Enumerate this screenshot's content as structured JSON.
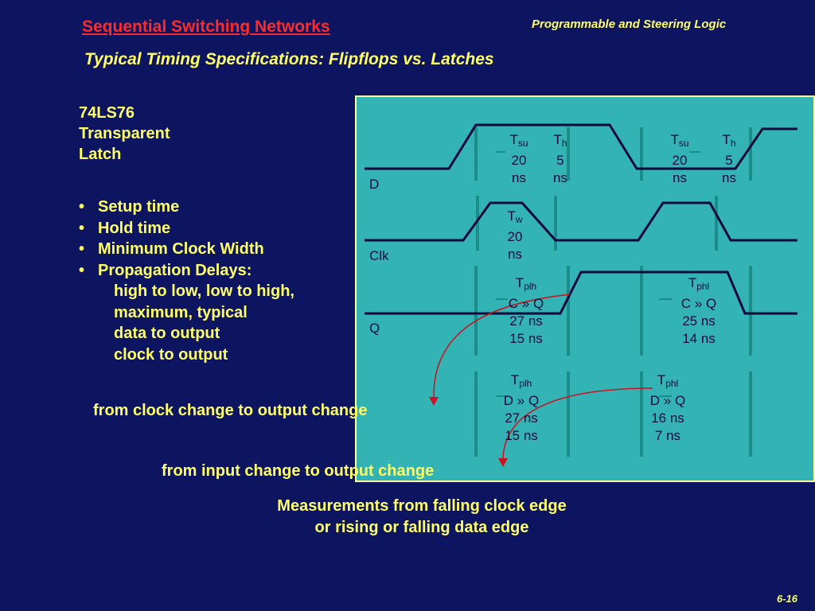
{
  "header": {
    "title": "Sequential Switching Networks",
    "right": "Programmable and Steering Logic",
    "subtitle": "Typical Timing Specifications: Flipflops vs. Latches"
  },
  "part": {
    "line1": "74LS76",
    "line2": "Transparent",
    "line3": "Latch"
  },
  "bullets": [
    "Setup time",
    "Hold time",
    "Minimum Clock Width",
    "Propagation Delays:"
  ],
  "bullet_symbol": "•",
  "sub_lines": [
    "high to low, low to high,",
    "maximum, typical",
    "data to output",
    "clock to output"
  ],
  "notes": {
    "clock": "from clock change to output change",
    "input": "from input change to output change"
  },
  "measure": {
    "line1": "Measurements from falling clock edge",
    "line2": "or rising or falling data edge"
  },
  "page_number": "6-16",
  "diagram": {
    "signals": {
      "d": "D",
      "clk": "Clk",
      "q": "Q"
    },
    "tsu1": {
      "sym": "T",
      "sub": "su",
      "v": "20",
      "u": "ns"
    },
    "th1": {
      "sym": "T",
      "sub": "h",
      "v": "5",
      "u": "ns"
    },
    "tsu2": {
      "sym": "T",
      "sub": "su",
      "v": "20",
      "u": "ns"
    },
    "th2": {
      "sym": "T",
      "sub": "h",
      "v": "5",
      "u": "ns"
    },
    "tw": {
      "sym": "T",
      "sub": "w",
      "v": "20",
      "u": "ns"
    },
    "tplh_c": {
      "sym": "T",
      "sub": "plh",
      "path": "C » Q",
      "max": "27 ns",
      "typ": "15 ns"
    },
    "tphl_c": {
      "sym": "T",
      "sub": "phl",
      "path": "C » Q",
      "max": "25 ns",
      "typ": "14 ns"
    },
    "tplh_d": {
      "sym": "T",
      "sub": "plh",
      "path": "D » Q",
      "max": "27 ns",
      "typ": "15 ns"
    },
    "tphl_d": {
      "sym": "T",
      "sub": "phl",
      "path": "D » Q",
      "max": "16 ns",
      "typ": "7 ns"
    }
  },
  "colors": {
    "background": "#0d1460",
    "title": "#ff2a2a",
    "text": "#ffff66",
    "diagram_bg": "#33b3b3",
    "arrow": "#cc1122"
  }
}
